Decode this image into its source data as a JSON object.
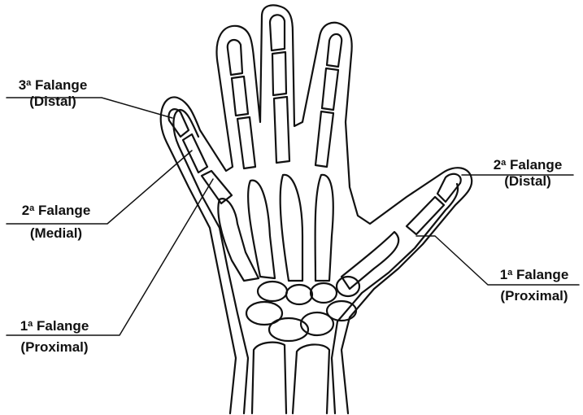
{
  "labels": {
    "left_distal": {
      "ordinal": "3",
      "sup": "a",
      "name": "Falange",
      "sub": "(Distal)"
    },
    "left_medial": {
      "ordinal": "2",
      "sup": "a",
      "name": "Falange",
      "sub": "(Medial)"
    },
    "left_proximal": {
      "ordinal": "1",
      "sup": "a",
      "name": "Falange",
      "sub": "(Proximal)"
    },
    "right_distal": {
      "ordinal": "2",
      "sup": "a",
      "name": "Falange",
      "sub": "(Distal)"
    },
    "right_proximal": {
      "ordinal": "1",
      "sup": "a",
      "name": "Falange",
      "sub": "(Proximal)"
    }
  },
  "colors": {
    "ink": "#111111",
    "background": "#ffffff"
  }
}
